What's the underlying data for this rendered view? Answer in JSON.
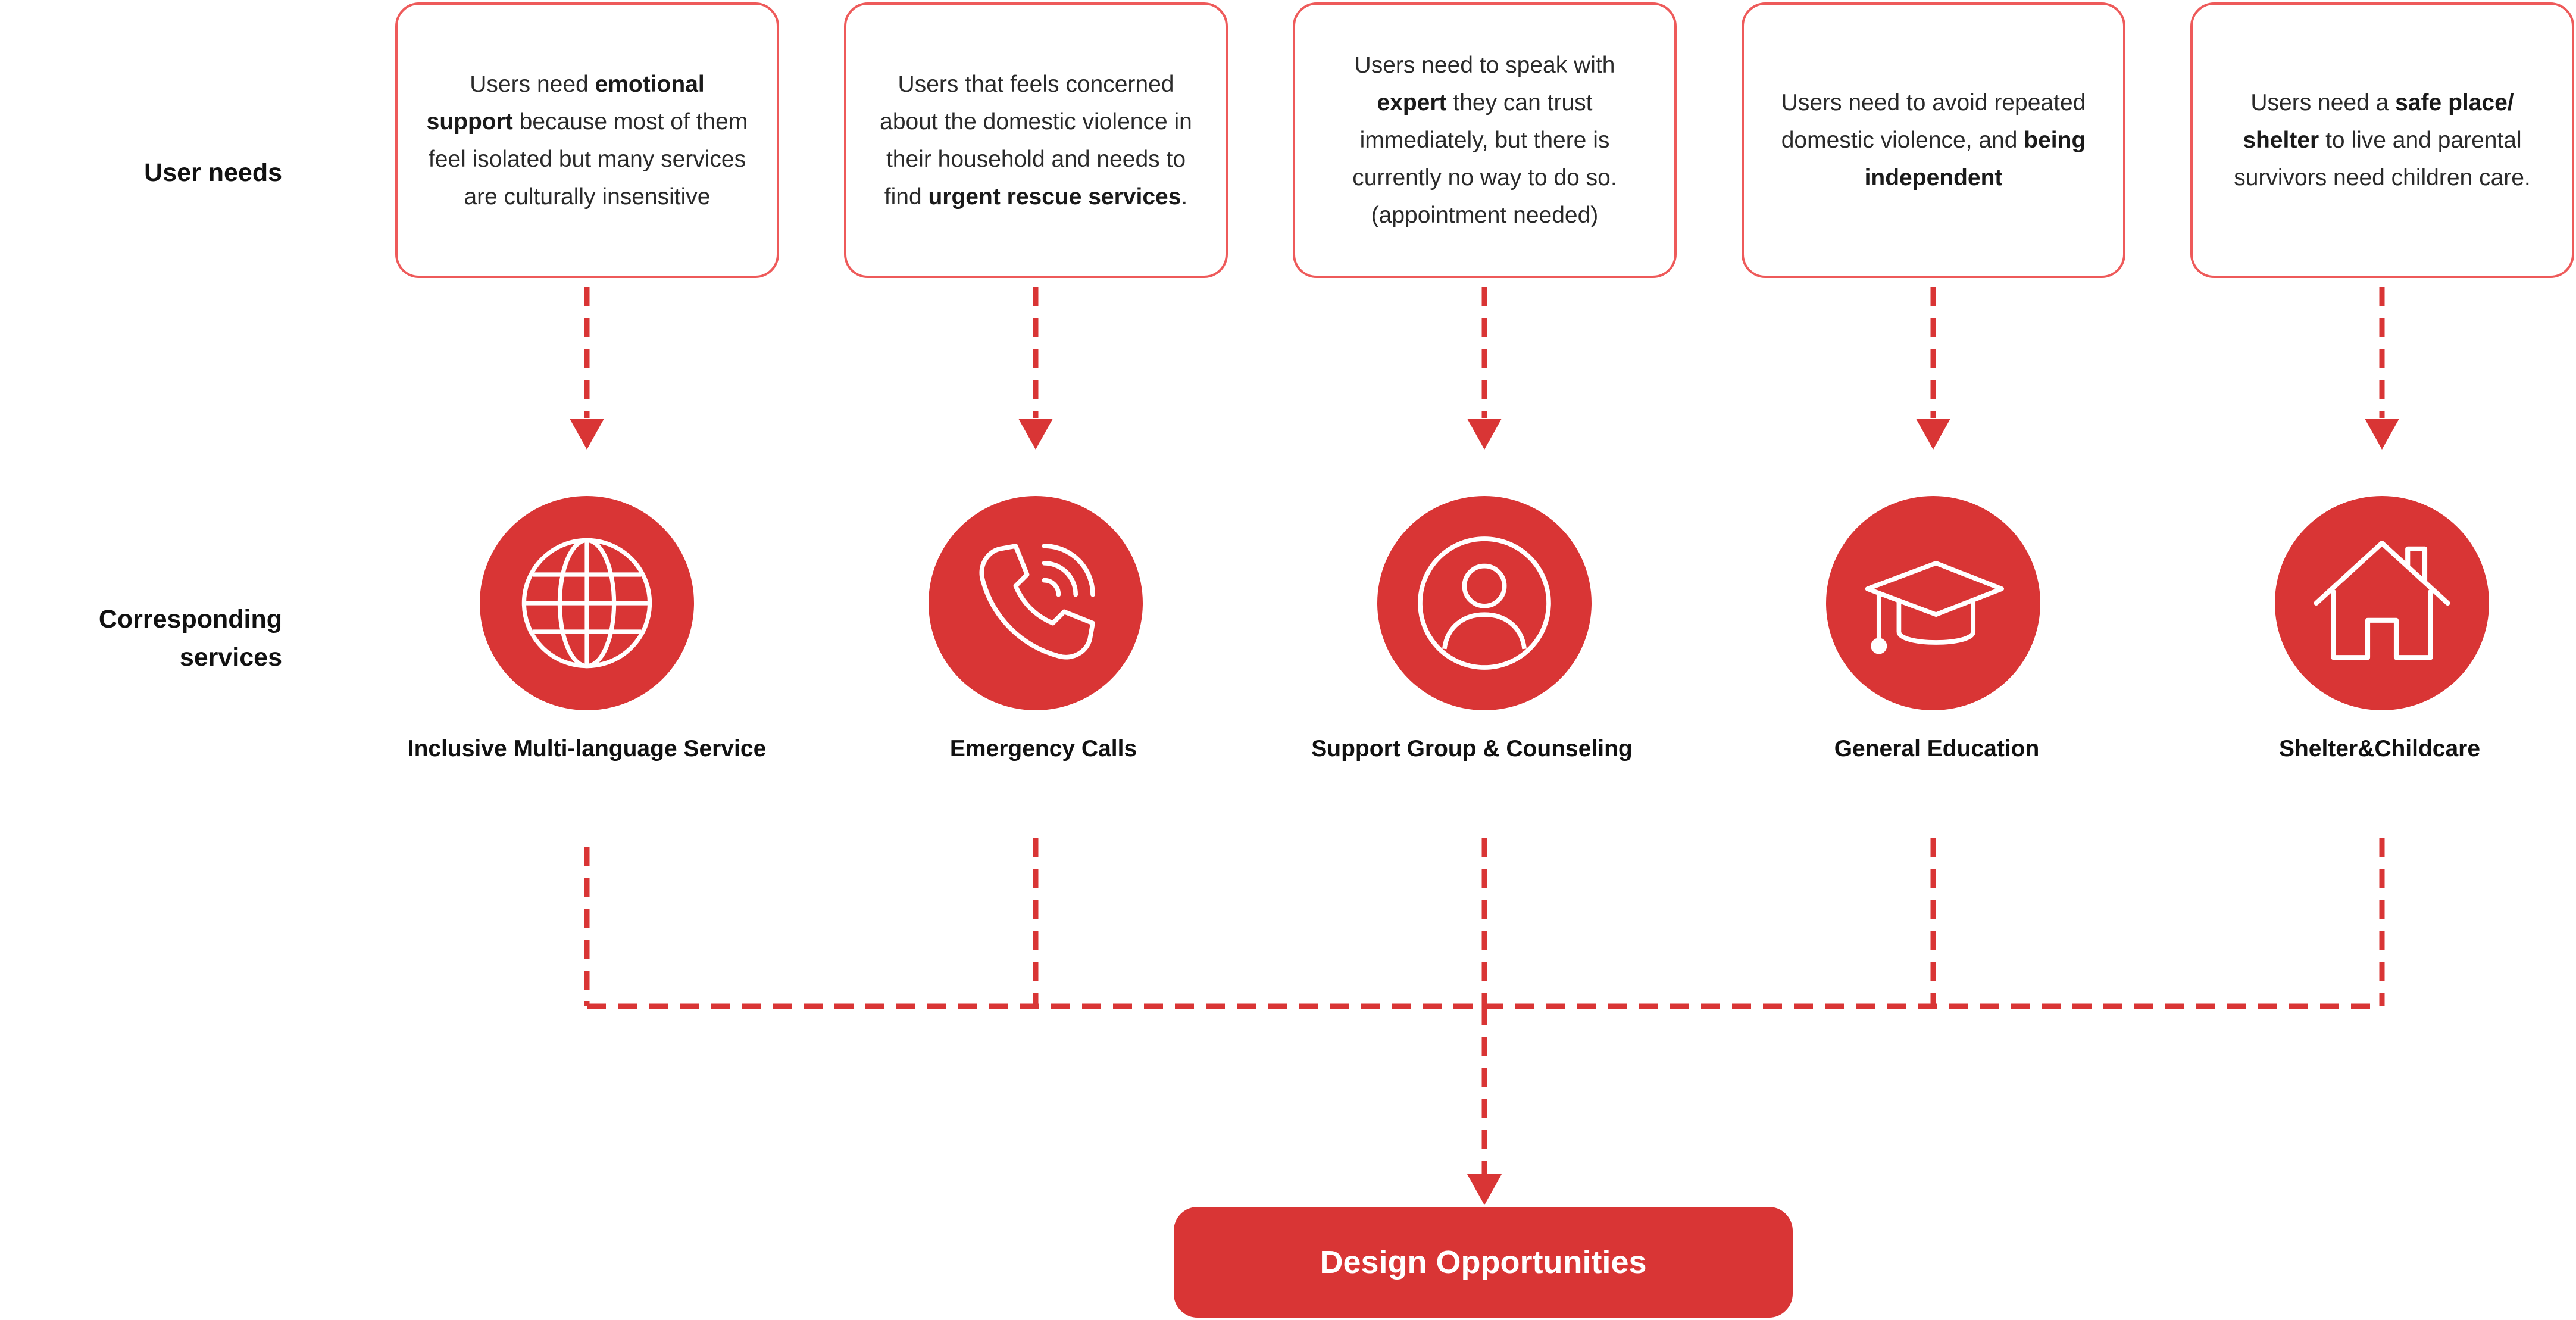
{
  "row_labels": {
    "user_needs": "User needs",
    "services_line1": "Corresponding",
    "services_line2": "services"
  },
  "needs": [
    {
      "parts": [
        {
          "t": "Users need "
        },
        {
          "t": "emotional",
          "b": true
        },
        {
          "t": " "
        },
        {
          "t": "support",
          "b": true
        },
        {
          "t": " because most of them feel isolated but many services are culturally insensitive"
        }
      ]
    },
    {
      "parts": [
        {
          "t": "Users that feels concerned about the domestic violence in their household and needs to find "
        },
        {
          "t": "urgent rescue services",
          "b": true
        },
        {
          "t": "."
        }
      ]
    },
    {
      "parts": [
        {
          "t": "Users need to speak with "
        },
        {
          "t": "expert",
          "b": true
        },
        {
          "t": " they can trust immediately, but there is currently no way to do so. (appointment needed)"
        }
      ]
    },
    {
      "parts": [
        {
          "t": "Users need to avoid repeated domestic violence, and "
        },
        {
          "t": "being independent",
          "b": true
        }
      ]
    },
    {
      "parts": [
        {
          "t": "Users need a "
        },
        {
          "t": "safe place/ shelter",
          "b": true
        },
        {
          "t": " to live and parental survivors need children care."
        }
      ]
    }
  ],
  "services": [
    {
      "name": "Inclusive Multi-language Service",
      "icon": "globe-icon"
    },
    {
      "name": "Emergency Calls",
      "icon": "phone-icon"
    },
    {
      "name": "Support Group & Counseling",
      "icon": "user-icon"
    },
    {
      "name": "General Education",
      "icon": "graduation-cap-icon"
    },
    {
      "name": "Shelter&Childcare",
      "icon": "house-icon"
    }
  ],
  "outcome": {
    "label": "Design Opportunities"
  },
  "colors": {
    "accent": "#d93535",
    "card_border": "#ee5a5a",
    "white": "#ffffff"
  }
}
